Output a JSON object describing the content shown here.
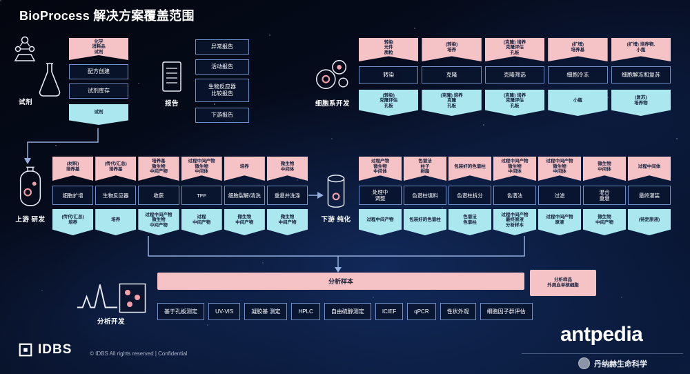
{
  "title": {
    "brand": "BioProcess",
    "subtitle": "解决方案覆盖范围"
  },
  "reagents": {
    "label": "试剂",
    "input": "化学\n消耗品\n试剂",
    "steps": [
      "配方创建",
      "试剂库存"
    ],
    "output": "试剂"
  },
  "reports": {
    "label": "报告",
    "items": [
      "异常报告",
      "活动报告",
      "生物反应器\n比较报告",
      "下游报告"
    ]
  },
  "cell_line": {
    "label": "细胞系开发",
    "inputs": [
      "转染\n元件\n质粒",
      "(转染)\n培养",
      "(克隆) 培养\n克隆评估\n孔板",
      "(扩增)\n培养基",
      "(扩增) 培养物,\n小瓶"
    ],
    "steps": [
      "转染",
      "克隆",
      "克隆筛选",
      "细胞冷冻",
      "细胞解冻和复苏"
    ],
    "outputs": [
      "(转染)\n克隆评估\n孔板",
      "(克隆) 培养\n克隆\n孔板",
      "(克隆) 培养\n克隆评估\n孔板",
      "小瓶",
      "(复苏)\n培养物"
    ]
  },
  "upstream": {
    "label": "上游 研发",
    "inputs": [
      "(材料)\n培养基",
      "(传代/汇总)\n培养基",
      "培养基\n微生物\n中间产物",
      "过程中间产物\n微生物\n中间体",
      "培养",
      "微生物\n中间体"
    ],
    "steps": [
      "细胞扩增",
      "生物反应器",
      "收获",
      "TFF",
      "细胞裂解/清洗",
      "重悬并洗涤"
    ],
    "outputs": [
      "(传代/汇总)\n培养",
      "培养",
      "过程中间产物\n微生物\n中间产物",
      "过程\n中间产物",
      "微生物\n中间产物",
      "微生物\n中间产物"
    ]
  },
  "downstream": {
    "label": "下游 纯化",
    "inputs": [
      "过程产物\n微生物\n中间体",
      "色谱法\n柱子\n树脂",
      "包装好的色谱柱",
      "过程中间产物\n微生物\n中间体",
      "过程中间产物\n微生物\n中间体",
      "微生物\n中间体",
      "过程中间体"
    ],
    "steps": [
      "处理中\n调整",
      "色谱柱填料",
      "色谱柱拆分",
      "色谱法",
      "过滤",
      "混合\n重悬",
      "最终灌装"
    ],
    "outputs": [
      "过程中间产物",
      "包装好的色谱柱",
      "色谱法\n色谱柱",
      "过程中间产物\n最终原液\n分析样本",
      "过程中间产物\n原液",
      "微生物\n中间产物",
      "(待定原液)"
    ]
  },
  "analysis": {
    "label": "分析开发",
    "banner": "分析样本",
    "note": "分析样品\n外周血单核细胞",
    "assays": [
      "基于孔板测定",
      "UV-VIS",
      "凝胶基 测定",
      "HPLC",
      "自由硫醇测定",
      "ICIEF",
      "qPCR",
      "性状外观",
      "细胞因子群评估"
    ]
  },
  "footer": {
    "logo_text": "IDBS",
    "copyright": "© IDBS All rights reserved | Confidential",
    "watermark": "antpedia",
    "account": "丹纳赫生命科学"
  },
  "colors": {
    "pink": "#f5c2c6",
    "cyan": "#abe7ee",
    "card_bg": "#0a142e",
    "card_border": "#6e8fc9",
    "accent_dot": "#f2a0a8",
    "background": "#081632"
  }
}
